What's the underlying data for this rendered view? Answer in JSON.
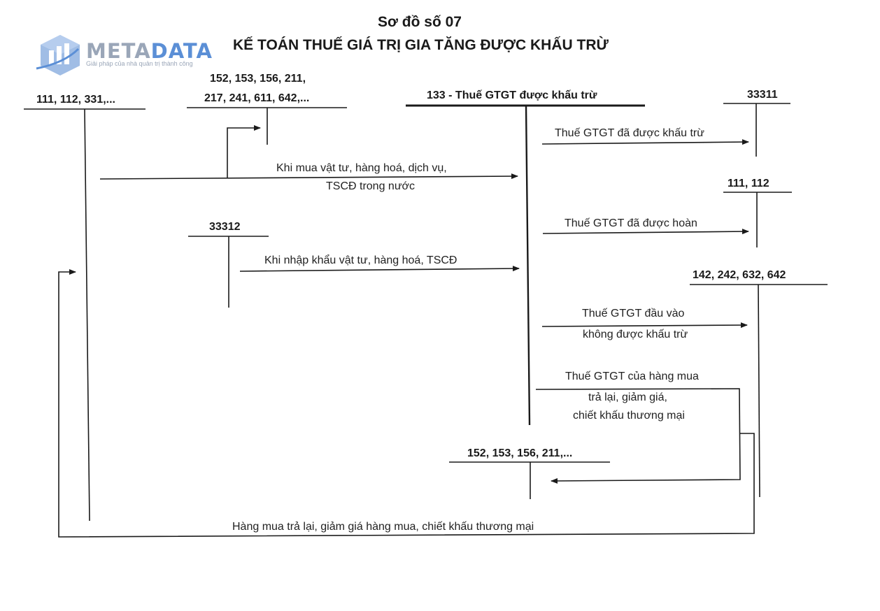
{
  "title": {
    "line1": "Sơ đồ số 07",
    "line2": "KẾ TOÁN THUẾ GIÁ TRỊ GIA TĂNG ĐƯỢC KHẤU TRỪ"
  },
  "logo": {
    "name_part1": "META",
    "name_part2": "DATA",
    "tagline": "Giải pháp của nhà quản trị thành công",
    "icon": "cube-chart-icon",
    "colors": {
      "accent": "#5b8fd6",
      "muted": "#9aa6b8"
    }
  },
  "accounts": {
    "cash": "111, 112, 331,...",
    "inventory_line1": "152, 153, 156, 211,",
    "inventory_line2": "217, 241, 611, 642,...",
    "vat_deductible": "133 - Thuế GTGT được khấu trừ",
    "vat_output": "33311",
    "refund": "111, 112",
    "import_vat": "33312",
    "expense": "142, 242, 632, 642",
    "inventory_return": "152, 153, 156, 211,..."
  },
  "flows": {
    "domestic_purchase_1": "Khi mua vật tư, hàng hoá, dịch vụ,",
    "domestic_purchase_2": "TSCĐ trong nước",
    "import_purchase": "Khi nhập khẩu vật tư, hàng hoá, TSCĐ",
    "vat_offset": "Thuế GTGT đã được khấu trừ",
    "vat_refund": "Thuế GTGT đã được hoàn",
    "non_deductible_1": "Thuế GTGT đầu vào",
    "non_deductible_2": "không được khấu trừ",
    "returns_1": "Thuế GTGT của hàng mua",
    "returns_2": "trả lại, giảm giá,",
    "returns_3": "chiết khấu thương mại",
    "bottom_return": "Hàng mua trả lại, giảm giá hàng mua, chiết khấu thương mại"
  }
}
